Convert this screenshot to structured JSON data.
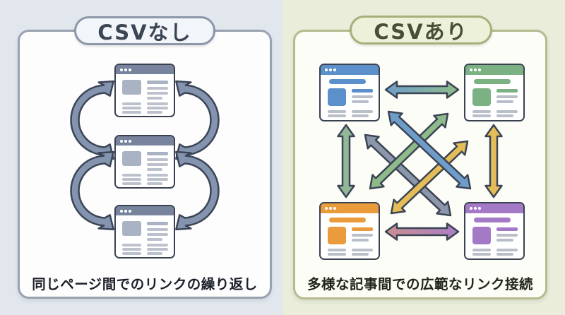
{
  "page": {
    "bg_left": "#e2e7ee",
    "bg_right": "#e9edda"
  },
  "left_panel": {
    "title": "CSVなし",
    "caption": "同じページ間でのリンクの繰り返し",
    "panel_bg": "#fdfdfd",
    "panel_border": "#99a2b1",
    "pill_bg": "#f2f5f9",
    "pill_border": "#8d97a8",
    "pill_text_color": "#3b4553",
    "caption_color": "#1b202a",
    "window": {
      "border": "#3a4252",
      "header": "#78849d",
      "accent": "#a9b3c4",
      "line": "#bcc2cd"
    },
    "window_count": 3,
    "arrow": {
      "fill": "#8494ae",
      "outline": "#3b4557"
    },
    "cycle_arrows": [
      {
        "between": [
          "page-1",
          "page-2"
        ],
        "side": "left"
      },
      {
        "between": [
          "page-1",
          "page-2"
        ],
        "side": "right"
      },
      {
        "between": [
          "page-2",
          "page-3"
        ],
        "side": "left"
      },
      {
        "between": [
          "page-2",
          "page-3"
        ],
        "side": "right"
      }
    ]
  },
  "right_panel": {
    "title": "CSVあり",
    "caption": "多様な記事間での広範なリンク接続",
    "panel_bg": "#fdfdf7",
    "panel_border": "#b5bb8d",
    "pill_bg": "#eef1d9",
    "pill_border": "#a9af7b",
    "pill_text_color": "#474f37",
    "caption_color": "#20261a",
    "window_border": "#3a4252",
    "line_gray": "#b9bfc8",
    "windows": [
      {
        "id": "article-blue",
        "color": "#5b90cb",
        "position": "top-left"
      },
      {
        "id": "article-green",
        "color": "#7cb184",
        "position": "top-right"
      },
      {
        "id": "article-orange",
        "color": "#ea9c3d",
        "position": "bottom-left"
      },
      {
        "id": "article-purple",
        "color": "#a47ac6",
        "position": "bottom-right"
      }
    ],
    "arrow_outline": "#3b4454",
    "arrows": [
      {
        "from": "article-blue",
        "to": "article-green",
        "style": "horizontal-gradient",
        "colors": [
          "#6f9dca",
          "#8fbb8a"
        ]
      },
      {
        "from": "article-orange",
        "to": "article-purple",
        "style": "horizontal-gradient",
        "colors": [
          "#c98f92",
          "#ab7fc4"
        ]
      },
      {
        "from": "article-blue",
        "to": "article-orange",
        "style": "vertical",
        "colors": [
          "#92b897"
        ]
      },
      {
        "from": "article-green",
        "to": "article-purple",
        "style": "vertical",
        "colors": [
          "#e4bc58"
        ]
      },
      {
        "from": "article-blue",
        "to": "article-purple",
        "style": "diagonal",
        "colors": [
          "#8b96ab"
        ]
      },
      {
        "from": "article-orange",
        "to": "article-green",
        "style": "diagonal",
        "colors": [
          "#e4bc58"
        ]
      },
      {
        "from": "article-orange",
        "to": "article-green",
        "style": "diagonal",
        "colors": [
          "#8fbb8a"
        ]
      },
      {
        "from": "article-blue",
        "to": "article-purple",
        "style": "diagonal",
        "colors": [
          "#6f9dca"
        ]
      }
    ]
  }
}
